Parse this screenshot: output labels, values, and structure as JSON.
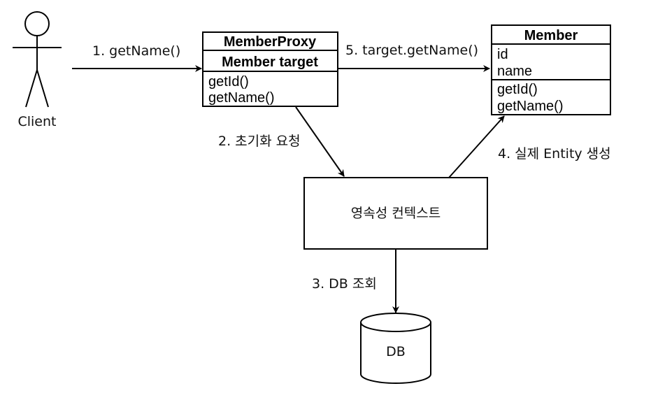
{
  "actor": {
    "label": "Client"
  },
  "proxy_class": {
    "title": "MemberProxy",
    "field": "Member target",
    "methods": [
      "getId()",
      "getName()"
    ]
  },
  "member_class": {
    "title": "Member",
    "fields": [
      "id",
      "name"
    ],
    "methods": [
      "getId()",
      "getName()"
    ]
  },
  "persistence_context": {
    "label": "영속성 컨텍스트"
  },
  "database": {
    "label": "DB"
  },
  "steps": {
    "step1": "1. getName()",
    "step2": "2. 초기화 요청",
    "step3": "3. DB 조회",
    "step4": "4. 실제 Entity 생성",
    "step5": "5. target.getName()"
  }
}
